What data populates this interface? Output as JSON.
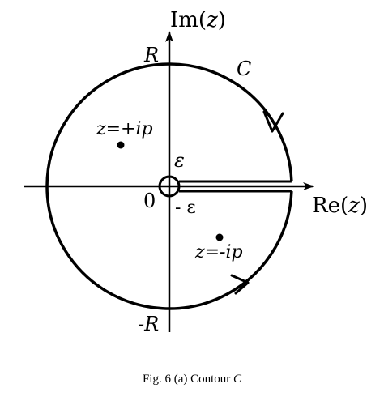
{
  "diagram": {
    "axis_labels": {
      "imaginary": {
        "prefix": "Im(",
        "var": "z",
        "suffix": ")"
      },
      "real": {
        "prefix": "Re(",
        "var": "z",
        "suffix": ")"
      }
    },
    "labels": {
      "radius_top": "R",
      "radius_bottom": "-R",
      "contour_name": "C",
      "origin": "0",
      "epsilon_upper": "ε",
      "epsilon_lower": "- ε"
    },
    "poles": [
      {
        "label_var": "z",
        "label_rest": "=+ip"
      },
      {
        "label_var": "z",
        "label_rest": "=-ip"
      }
    ]
  },
  "caption": {
    "prefix": "Fig. 6 (a)  Contour ",
    "var": "C"
  }
}
